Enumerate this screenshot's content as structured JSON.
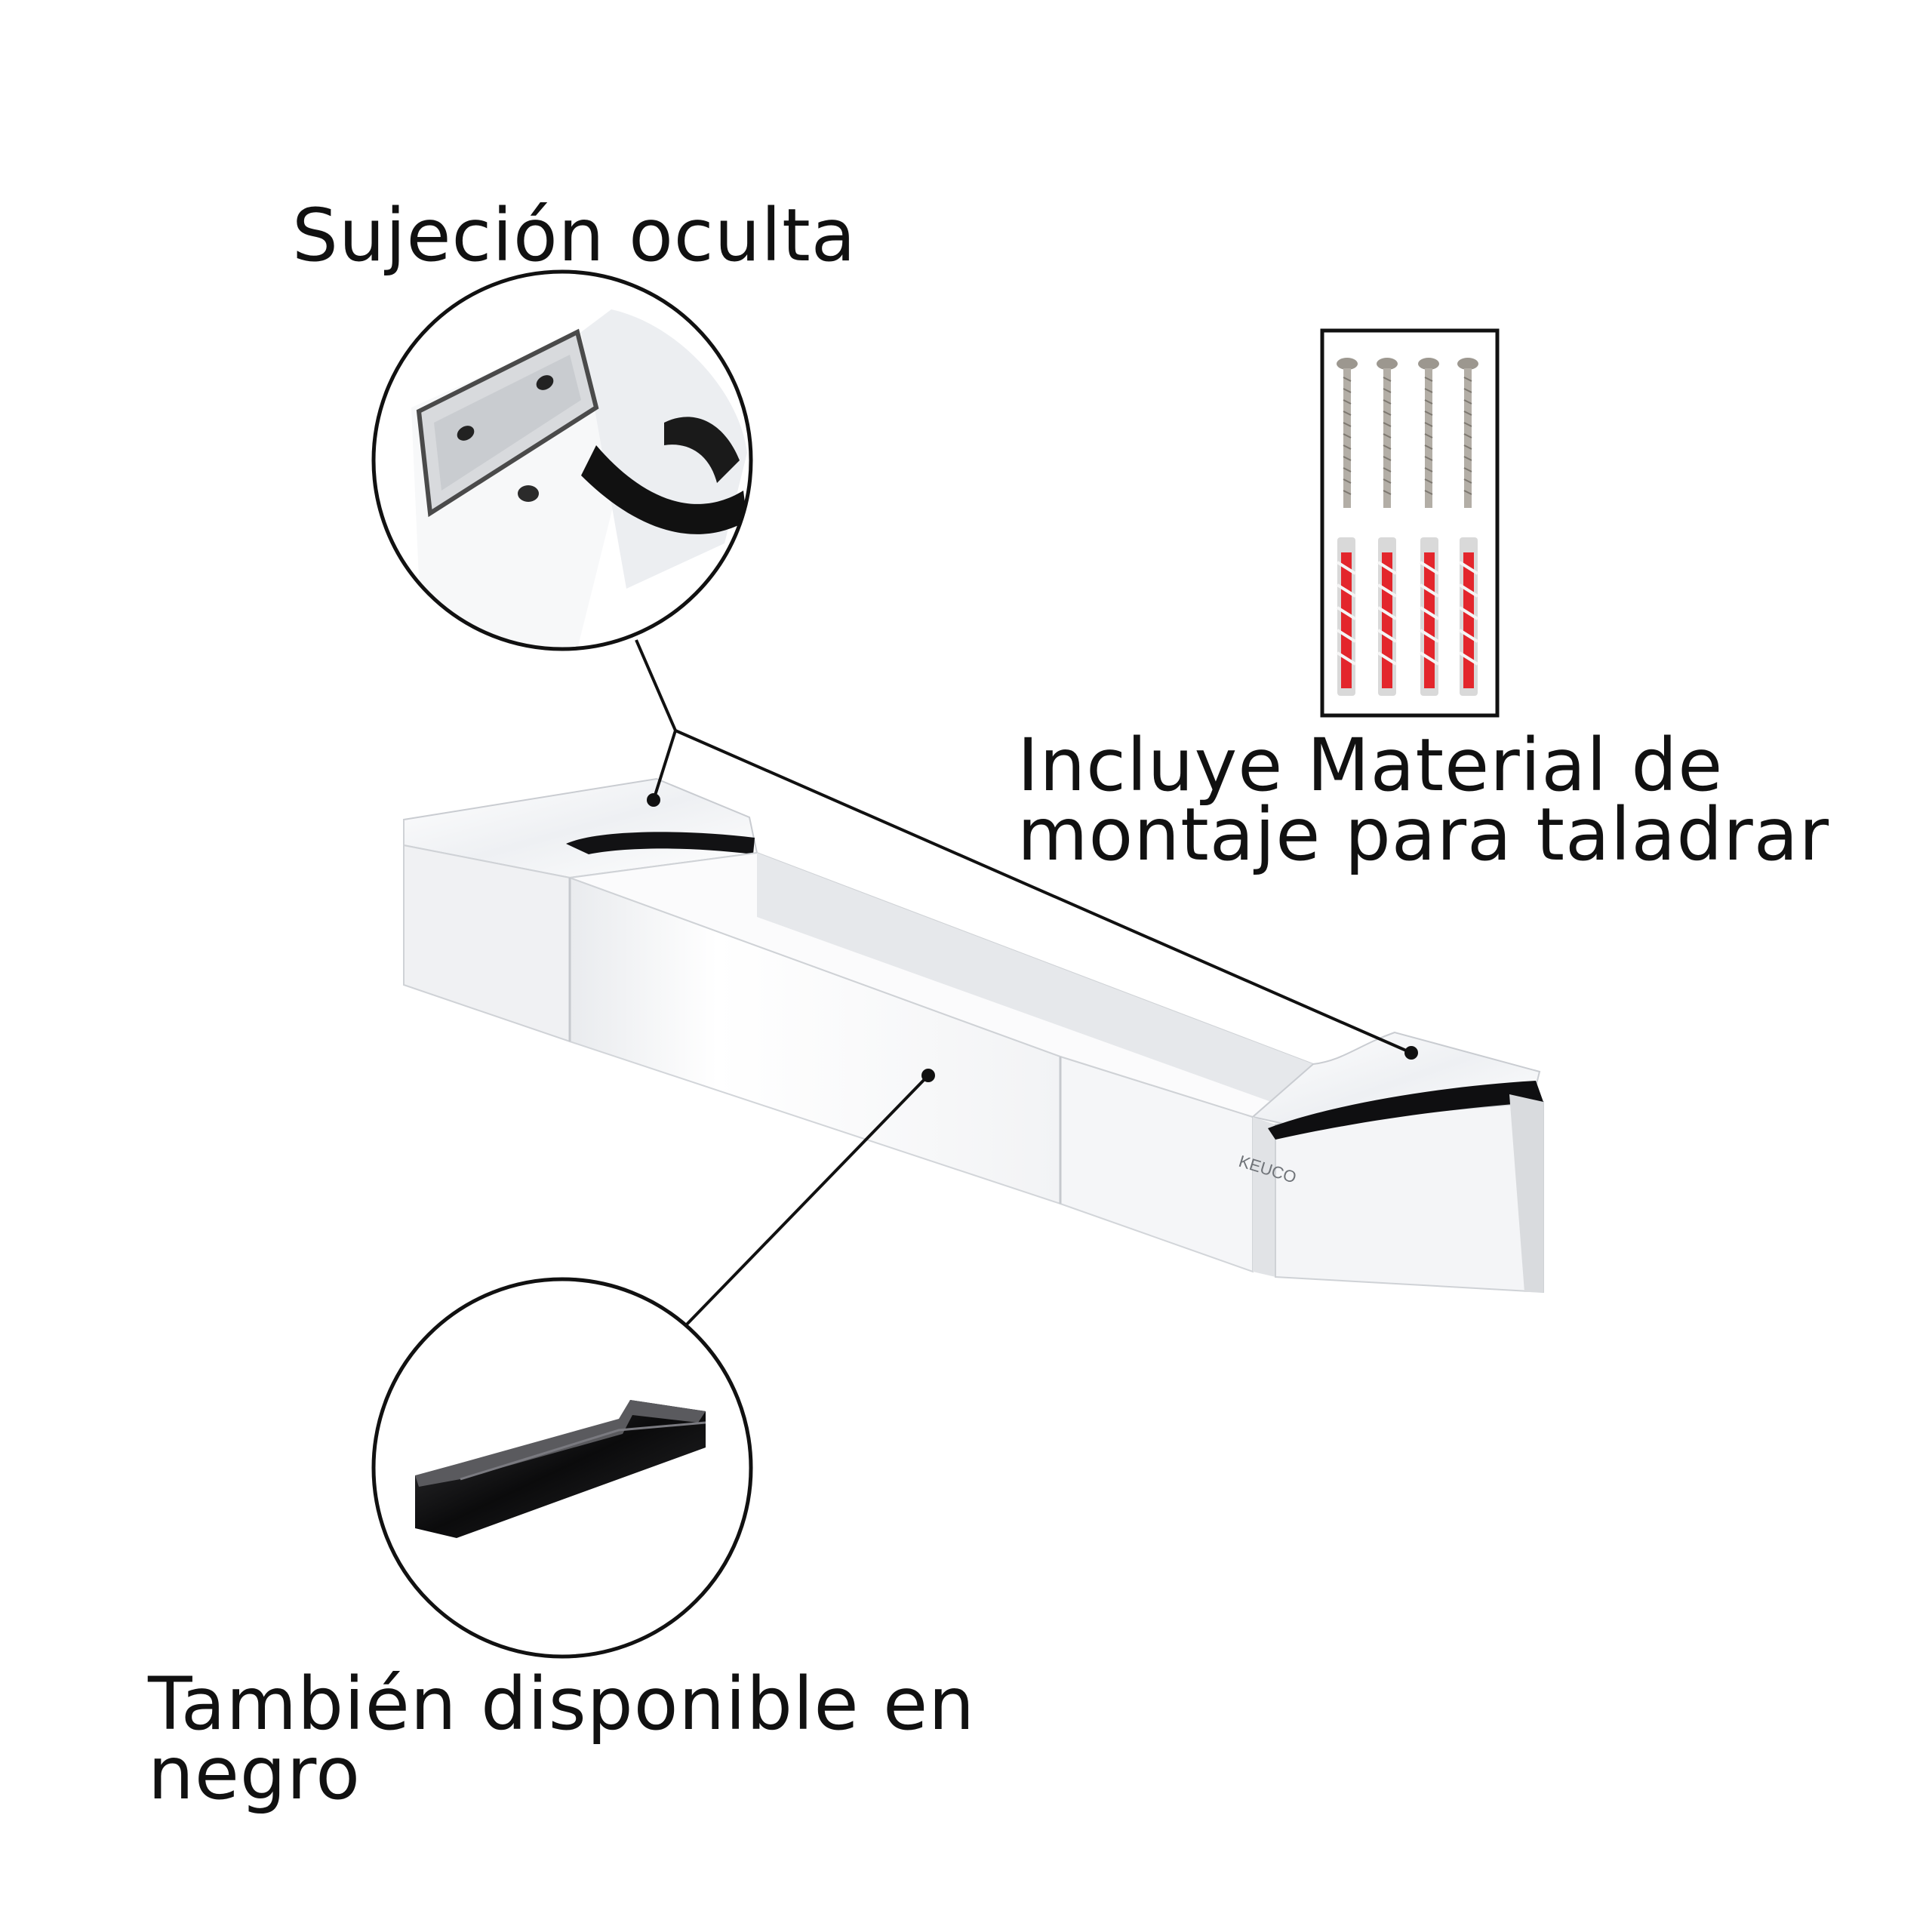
{
  "captions": {
    "hidden_fixing": "Sujeción oculta",
    "mounting_material": [
      "Incluye Material de",
      "montaje para taladrar"
    ],
    "black_available": [
      "También disponible en",
      "negro"
    ]
  },
  "product": {
    "brand_mark": "KEUCO"
  },
  "colors": {
    "background": "#ffffff",
    "ink": "#111111",
    "chrome_light": "#f4f5f7",
    "chrome_dark": "#0e0e10",
    "plug_red": "#e3262c",
    "plug_grey": "#d9d9d9",
    "screw_steel": "#a8a39c"
  },
  "callouts": [
    {
      "target": "hidden-fixing-detail",
      "icon": "magnifier-circle"
    },
    {
      "target": "black-variant-detail",
      "icon": "magnifier-circle"
    },
    {
      "target": "mounting-kit",
      "icon": "framed-box"
    }
  ]
}
